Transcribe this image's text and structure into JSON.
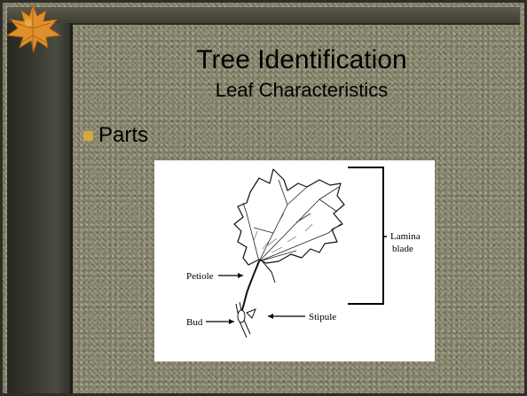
{
  "slide": {
    "title": "Tree Identification",
    "subtitle": "Leaf Characteristics",
    "bullet": "Parts",
    "accent_color": "#d9a640"
  },
  "diagram": {
    "labels": {
      "lamina": "Lamina",
      "blade": "blade",
      "petiole": "Petiole",
      "bud": "Bud",
      "stipule": "Stipule"
    }
  },
  "icons": {
    "logo": "maple-leaf-icon",
    "bullet": "square-bullet-icon"
  }
}
